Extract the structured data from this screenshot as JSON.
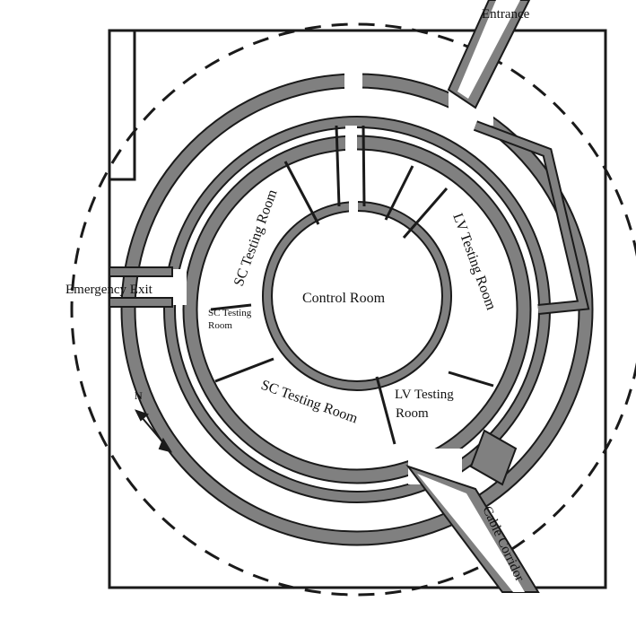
{
  "labels": {
    "entrance": "Entrance",
    "emergency_exit": "Emergency Exit",
    "control_room": "Control Room",
    "sc_testing_room_upper": "SC Testing Room",
    "sc_testing_room_small_line1": "SC Testing",
    "sc_testing_room_small_line2": "Room",
    "sc_testing_room_lower": "SC Testing Room",
    "lv_testing_room_right": "LV Testing Room",
    "lv_testing_room_lower_line1": "LV Testing",
    "lv_testing_room_lower_line2": "Room",
    "cable_corridor": "Cable Corridor",
    "north": "N"
  },
  "colors": {
    "wall_fill": "#808080",
    "wall_stroke": "#1a1a1a",
    "background": "#ffffff",
    "line": "#1a1a1a"
  }
}
